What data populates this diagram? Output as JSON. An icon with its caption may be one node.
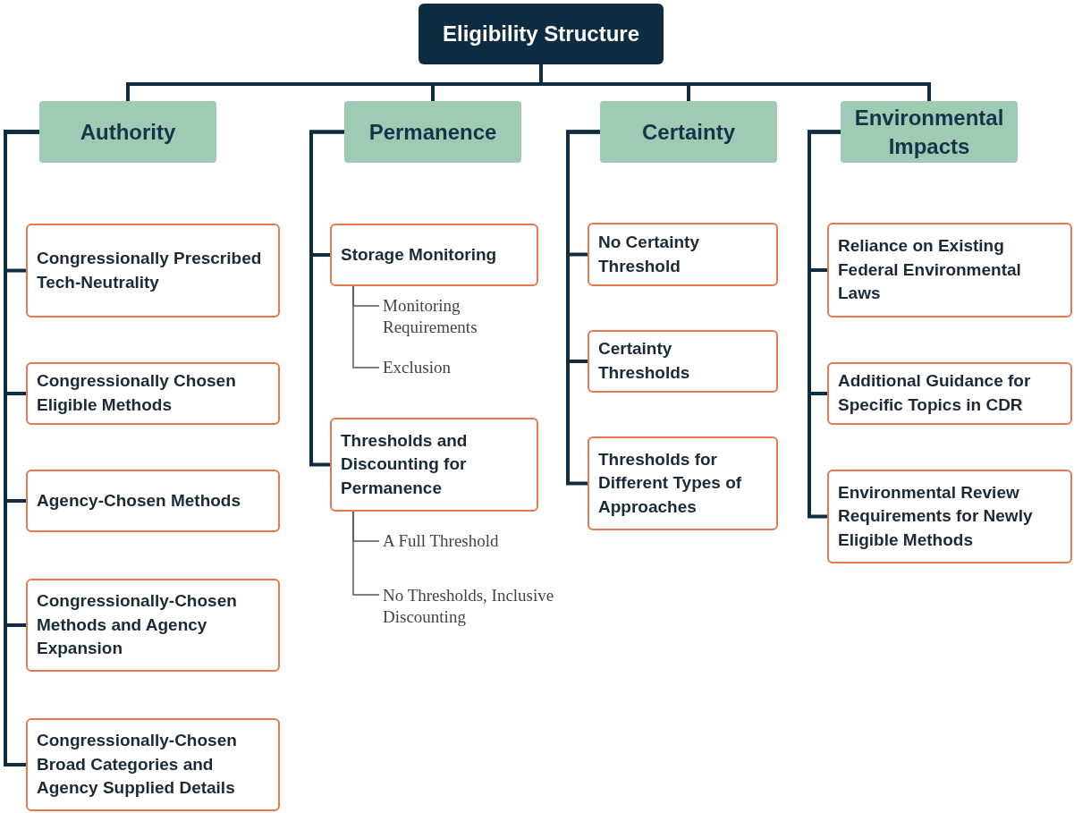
{
  "diagram": {
    "nodes": [
      {
        "text": [
          "Eligibility Structure"
        ]
      },
      {
        "text": [
          "Authority"
        ]
      },
      {
        "text": [
          "Permanence"
        ]
      },
      {
        "text": [
          "Certainty"
        ]
      },
      {
        "text": [
          "Environmental Impacts"
        ]
      },
      {
        "text": [
          "Congressionally Prescribed Tech-Neutrality"
        ]
      },
      {
        "text": [
          "Congressionally Chosen Eligible Methods"
        ]
      },
      {
        "text": [
          "Agency-Chosen Methods"
        ]
      },
      {
        "text": [
          "Congressionally-Chosen Methods and Agency Expansion"
        ]
      },
      {
        "text": [
          "Congressionally-Chosen Broad Categories and Agency Supplied Details"
        ]
      },
      {
        "text": [
          "Storage Monitoring"
        ]
      },
      {
        "text": [
          "Monitoring Requirements"
        ]
      },
      {
        "text": [
          "Exclusion"
        ]
      },
      {
        "text": [
          "Thresholds and Discounting for Permanence"
        ]
      },
      {
        "text": [
          "A Full Threshold"
        ]
      },
      {
        "text": [
          "No Thresholds, Inclusive Discounting"
        ]
      },
      {
        "text": [
          "No Certainty Threshold"
        ]
      },
      {
        "text": [
          "Certainty Thresholds"
        ]
      },
      {
        "text": [
          "Thresholds for Different Types of Approaches"
        ]
      },
      {
        "text": [
          "Reliance on Existing Federal Environmental Laws"
        ]
      },
      {
        "text": [
          "Additional Guidance for Specific Topics in CDR"
        ]
      },
      {
        "text": [
          "Environmental Review Requirements for Newly Eligible Methods"
        ]
      }
    ],
    "edges": [
      {
        "from": 0,
        "to": 1,
        "arrow": "none"
      },
      {
        "from": 0,
        "to": 2,
        "arrow": "none"
      },
      {
        "from": 0,
        "to": 3,
        "arrow": "none"
      },
      {
        "from": 0,
        "to": 4,
        "arrow": "none"
      },
      {
        "from": 1,
        "to": 5,
        "arrow": "none"
      },
      {
        "from": 1,
        "to": 6,
        "arrow": "none"
      },
      {
        "from": 1,
        "to": 7,
        "arrow": "none"
      },
      {
        "from": 1,
        "to": 8,
        "arrow": "none"
      },
      {
        "from": 1,
        "to": 9,
        "arrow": "none"
      },
      {
        "from": 2,
        "to": 10,
        "arrow": "none"
      },
      {
        "from": 2,
        "to": 13,
        "arrow": "none"
      },
      {
        "from": 10,
        "to": 11,
        "arrow": "none",
        "color": "#555555"
      },
      {
        "from": 10,
        "to": 12,
        "arrow": "none",
        "color": "#555555"
      },
      {
        "from": 13,
        "to": 14,
        "arrow": "none",
        "color": "#555555"
      },
      {
        "from": 13,
        "to": 15,
        "arrow": "none",
        "color": "#555555"
      },
      {
        "from": 3,
        "to": 16,
        "arrow": "none"
      },
      {
        "from": 3,
        "to": 17,
        "arrow": "none"
      },
      {
        "from": 3,
        "to": 18,
        "arrow": "none"
      },
      {
        "from": 4,
        "to": 19,
        "arrow": "none"
      },
      {
        "from": 4,
        "to": 20,
        "arrow": "none"
      },
      {
        "from": 4,
        "to": 21,
        "arrow": "none"
      }
    ]
  }
}
